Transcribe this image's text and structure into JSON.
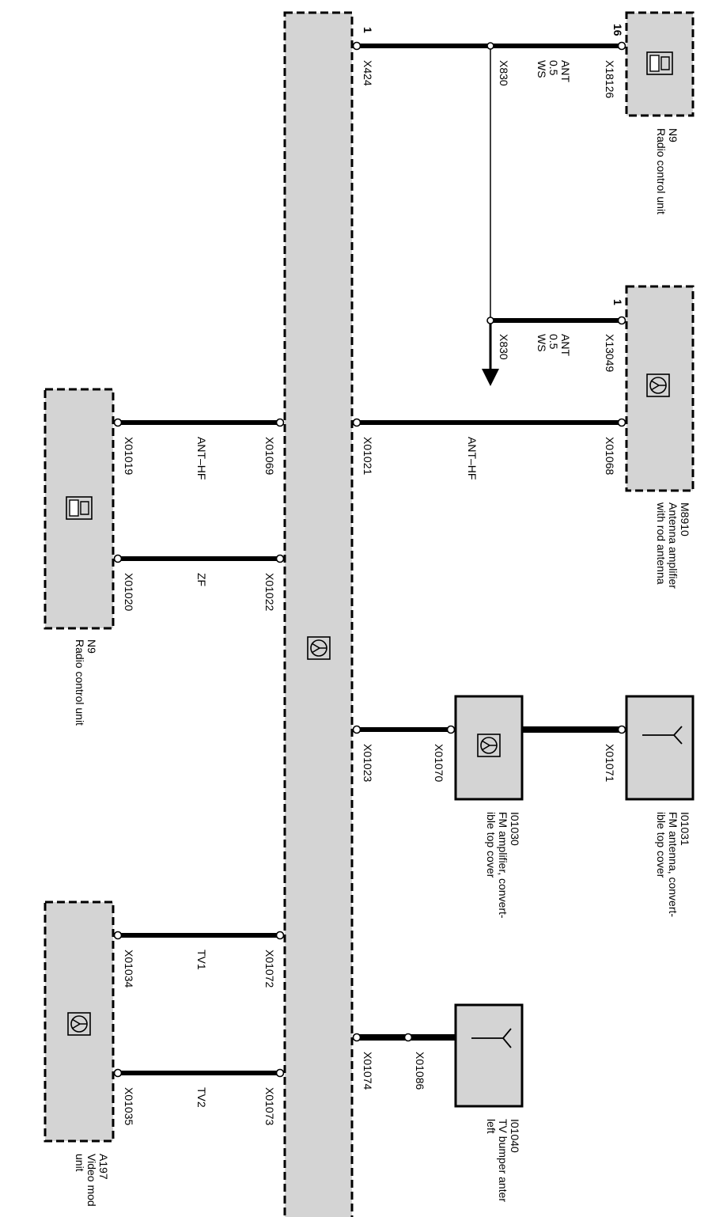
{
  "components": {
    "n9_top": {
      "code": "N9",
      "name": "Radio control unit"
    },
    "m8910": {
      "code": "M8910",
      "name_l1": "Antenna amplifier",
      "name_l2": "with rod antenna"
    },
    "i01031": {
      "code": "I01031",
      "name_l1": "FM  antenna, convert-",
      "name_l2": "ible top cover"
    },
    "i01030": {
      "code": "I01030",
      "name_l1": "FM amplifier, convert-",
      "name_l2": "ible top cover"
    },
    "i01040": {
      "code": "I01040",
      "name_l1": "TV bumper anter",
      "name_l2": "left"
    },
    "n9_bottom": {
      "code": "N9",
      "name": "Radio control unit"
    },
    "a197": {
      "code": "A197",
      "name_l1": "Video mod",
      "name_l2": "unit"
    }
  },
  "pins": {
    "p16": "16",
    "p1_top": "1",
    "p1_left": "1"
  },
  "connectors": {
    "x18126": "X18126",
    "x424": "X424",
    "x830_a": "X830",
    "x13049": "X13049",
    "x830_b": "X830",
    "x01068": "X01068",
    "x01021": "X01021",
    "x01069": "X01069",
    "x01019": "X01019",
    "x01022": "X01022",
    "x01020": "X01020",
    "x01071": "X01071",
    "x01070": "X01070",
    "x01023": "X01023",
    "x01086": "X01086",
    "x01074": "X01074",
    "x01072": "X01072",
    "x01034": "X01034",
    "x01073": "X01073",
    "x01035": "X01035"
  },
  "wires": {
    "ant_1": {
      "name": "ANT",
      "size": "0.5",
      "color": "WS"
    },
    "ant_2": {
      "name": "ANT",
      "size": "0.5",
      "color": "WS"
    },
    "ant_hf_top": "ANT–HF",
    "ant_hf_bottom": "ANT–HF",
    "zf": "ZF",
    "tv1": "TV1",
    "tv2": "TV2"
  }
}
